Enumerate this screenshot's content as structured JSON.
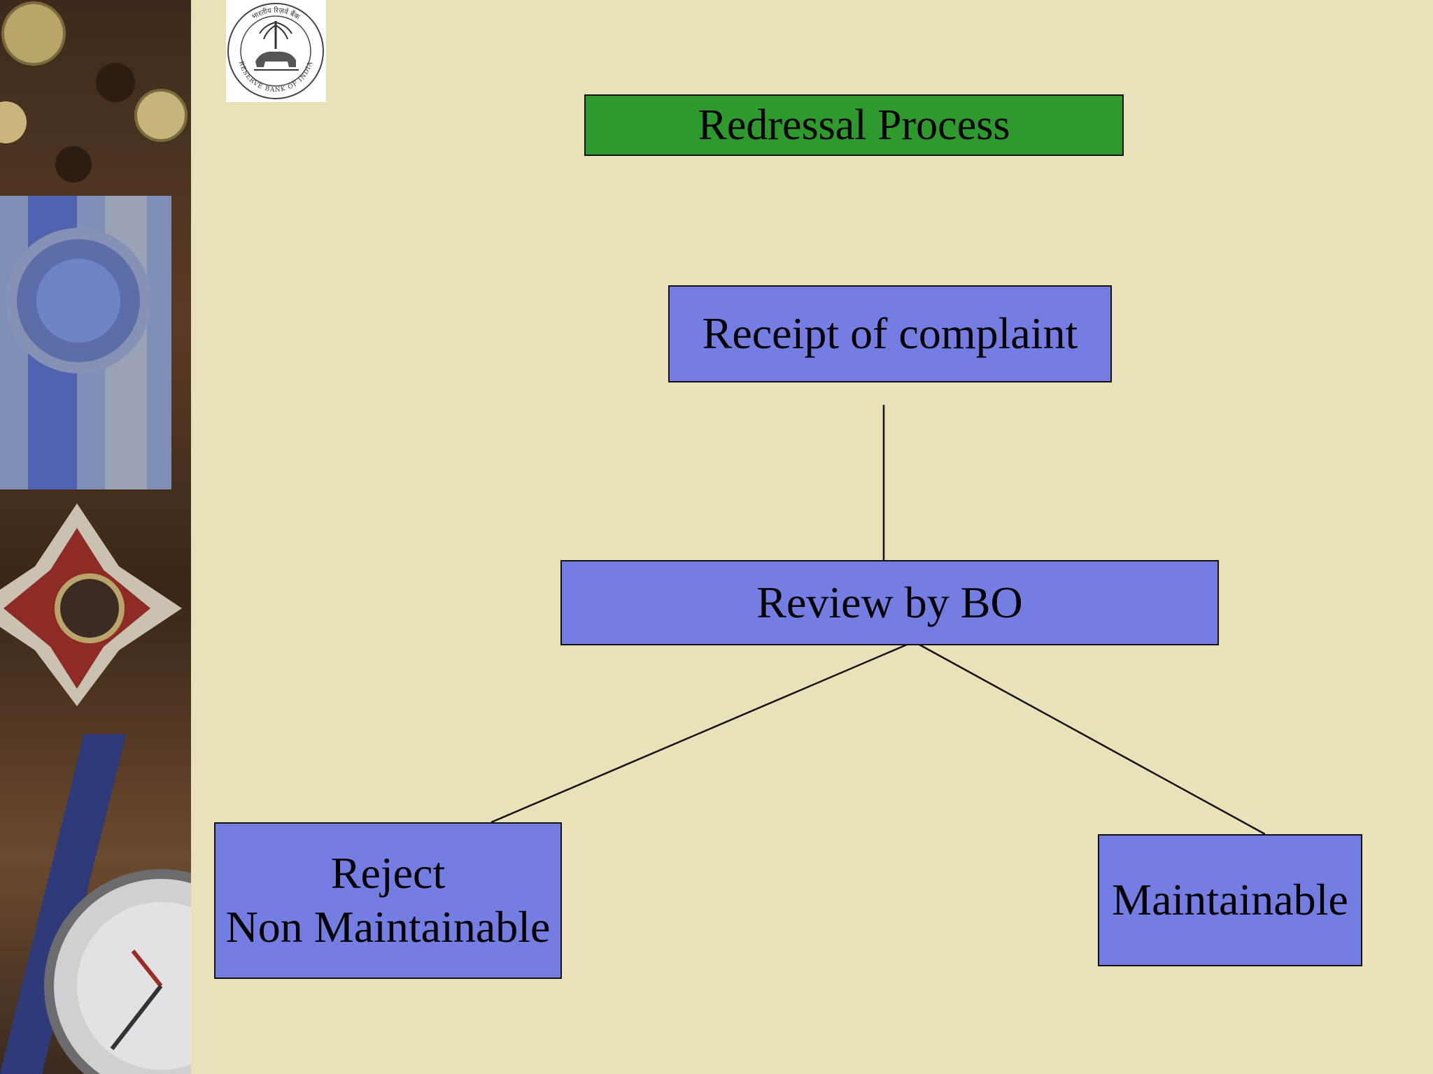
{
  "slide": {
    "logo_seal": {
      "icon": "rbi-seal-icon",
      "ring_text_top": "भारतीय रिज़र्व बैंक",
      "ring_text_bottom": "RESERVE BANK OF INDIA"
    },
    "title": "Redressal Process",
    "nodes": {
      "receipt": "Receipt of complaint",
      "review": "Review by BO",
      "reject_line1": "Reject",
      "reject_line2": "Non Maintainable",
      "maintainable": "Maintainable"
    },
    "colors": {
      "background": "#e9e2b8",
      "title_fill": "#2e9a2e",
      "node_fill": "#737de2",
      "border": "#111111"
    }
  }
}
